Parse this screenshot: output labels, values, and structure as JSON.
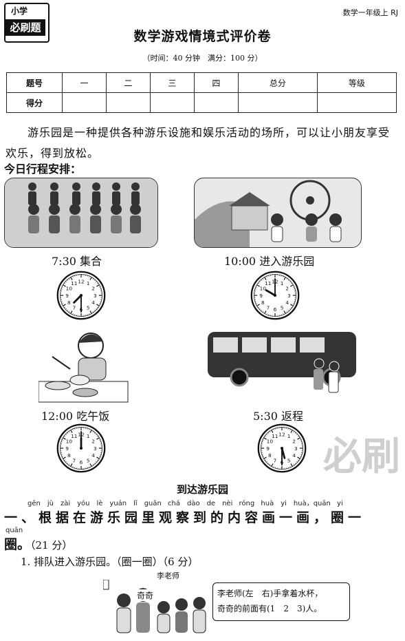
{
  "header": {
    "logo_top": "小学",
    "logo_bottom": "必刷题",
    "subject": "数学一年级上 RJ",
    "title": "数学游戏情境式评价卷",
    "time_info": "（时间：40 分钟　满分：100 分）"
  },
  "score_table": {
    "row1": [
      "题号",
      "一",
      "二",
      "三",
      "四",
      "总分",
      "等级"
    ],
    "row2_label": "得分"
  },
  "intro": "游乐园是一种提供各种游乐设施和娱乐活动的场所，可以让小朋友享受欢乐，得到放松。",
  "schedule_title": "今日行程安排：",
  "schedule": [
    {
      "caption": "7:30 集合",
      "hour": 7,
      "minute": 30
    },
    {
      "caption": "10:00 进入游乐园",
      "hour": 10,
      "minute": 0
    },
    {
      "caption": "12:00 吃午饭",
      "hour": 12,
      "minute": 0
    },
    {
      "caption": "5:30 返程",
      "hour": 5,
      "minute": 30
    }
  ],
  "section_title": "到达游乐园",
  "question1": {
    "pinyin_line1": "gēn　jù　zài　yóu　lè　yuán　lǐ　guān chá　dào　de　nèi róng huà　yi　huà，quān yi",
    "text_line1": "一、根据在游乐园里观察到的内容画一画，圈一",
    "pinyin_line2": "quān",
    "text_line2": "圈。",
    "score": "（21 分）",
    "sub1": "1. 排队进入游乐园。（圈一圈）（6 分）",
    "teacher_label": "李老师",
    "qiqi_label": "奇奇",
    "bubble_line1": "李老师(左　右)手拿着水杯，",
    "bubble_line2": "奇奇的前面有(1　2　3)人。"
  },
  "watermark": "必刷"
}
